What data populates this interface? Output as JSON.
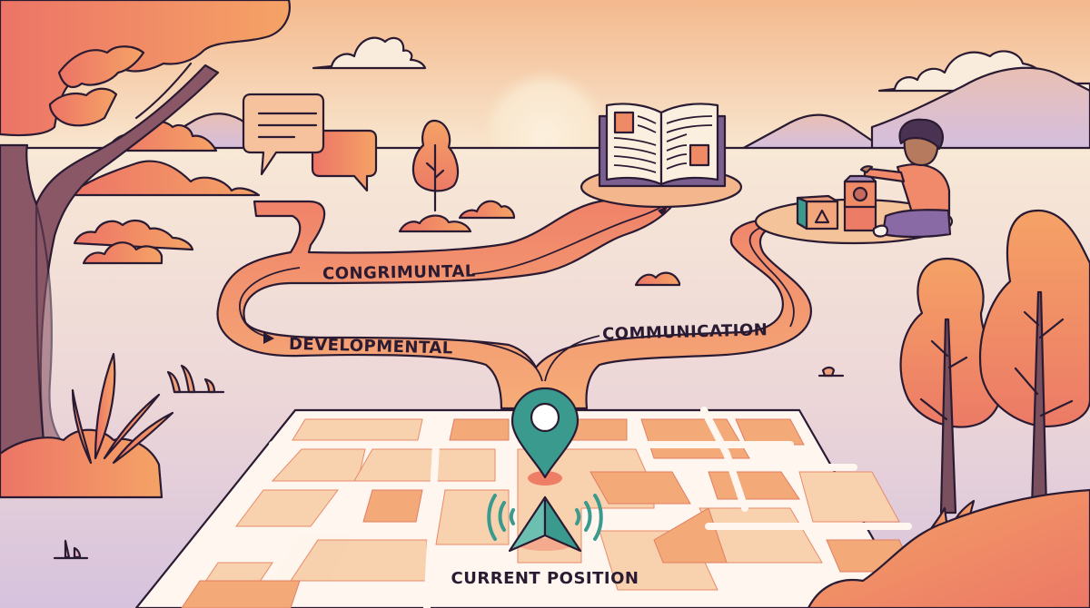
{
  "scene": {
    "type": "illustrated-journey-map",
    "palette": {
      "sky_top": "#f4b98d",
      "sky_bottom": "#f7e3cc",
      "ground_top": "#f7e6d6",
      "ground_bottom": "#dcc5de",
      "path": "#f08a6b",
      "path_light": "#f7b07c",
      "outline": "#2a1b33",
      "teal": "#3a9a8e",
      "map_block_light": "#f8d3b3",
      "map_block_dark": "#f4a979",
      "map_road": "#fff8f2",
      "mountain": "#d7c0de",
      "trunk": "#7a4f5e"
    }
  },
  "paths": [
    {
      "id": "congrimuntal",
      "label": "CONGRIMUNTAL",
      "destination": "open-book"
    },
    {
      "id": "developmental",
      "label": "DEVELOPMENTAL",
      "destination": "speech-bubbles"
    },
    {
      "id": "communication",
      "label": "COMMUNICATION",
      "destination": "child-with-blocks"
    }
  ],
  "map": {
    "current_position_label": "CURRENT POSITION",
    "marker": "location-pin",
    "navigation_arrow": "navigation-arrow"
  },
  "landmarks": [
    {
      "name": "speech-bubbles"
    },
    {
      "name": "open-book"
    },
    {
      "name": "child-with-blocks"
    }
  ]
}
